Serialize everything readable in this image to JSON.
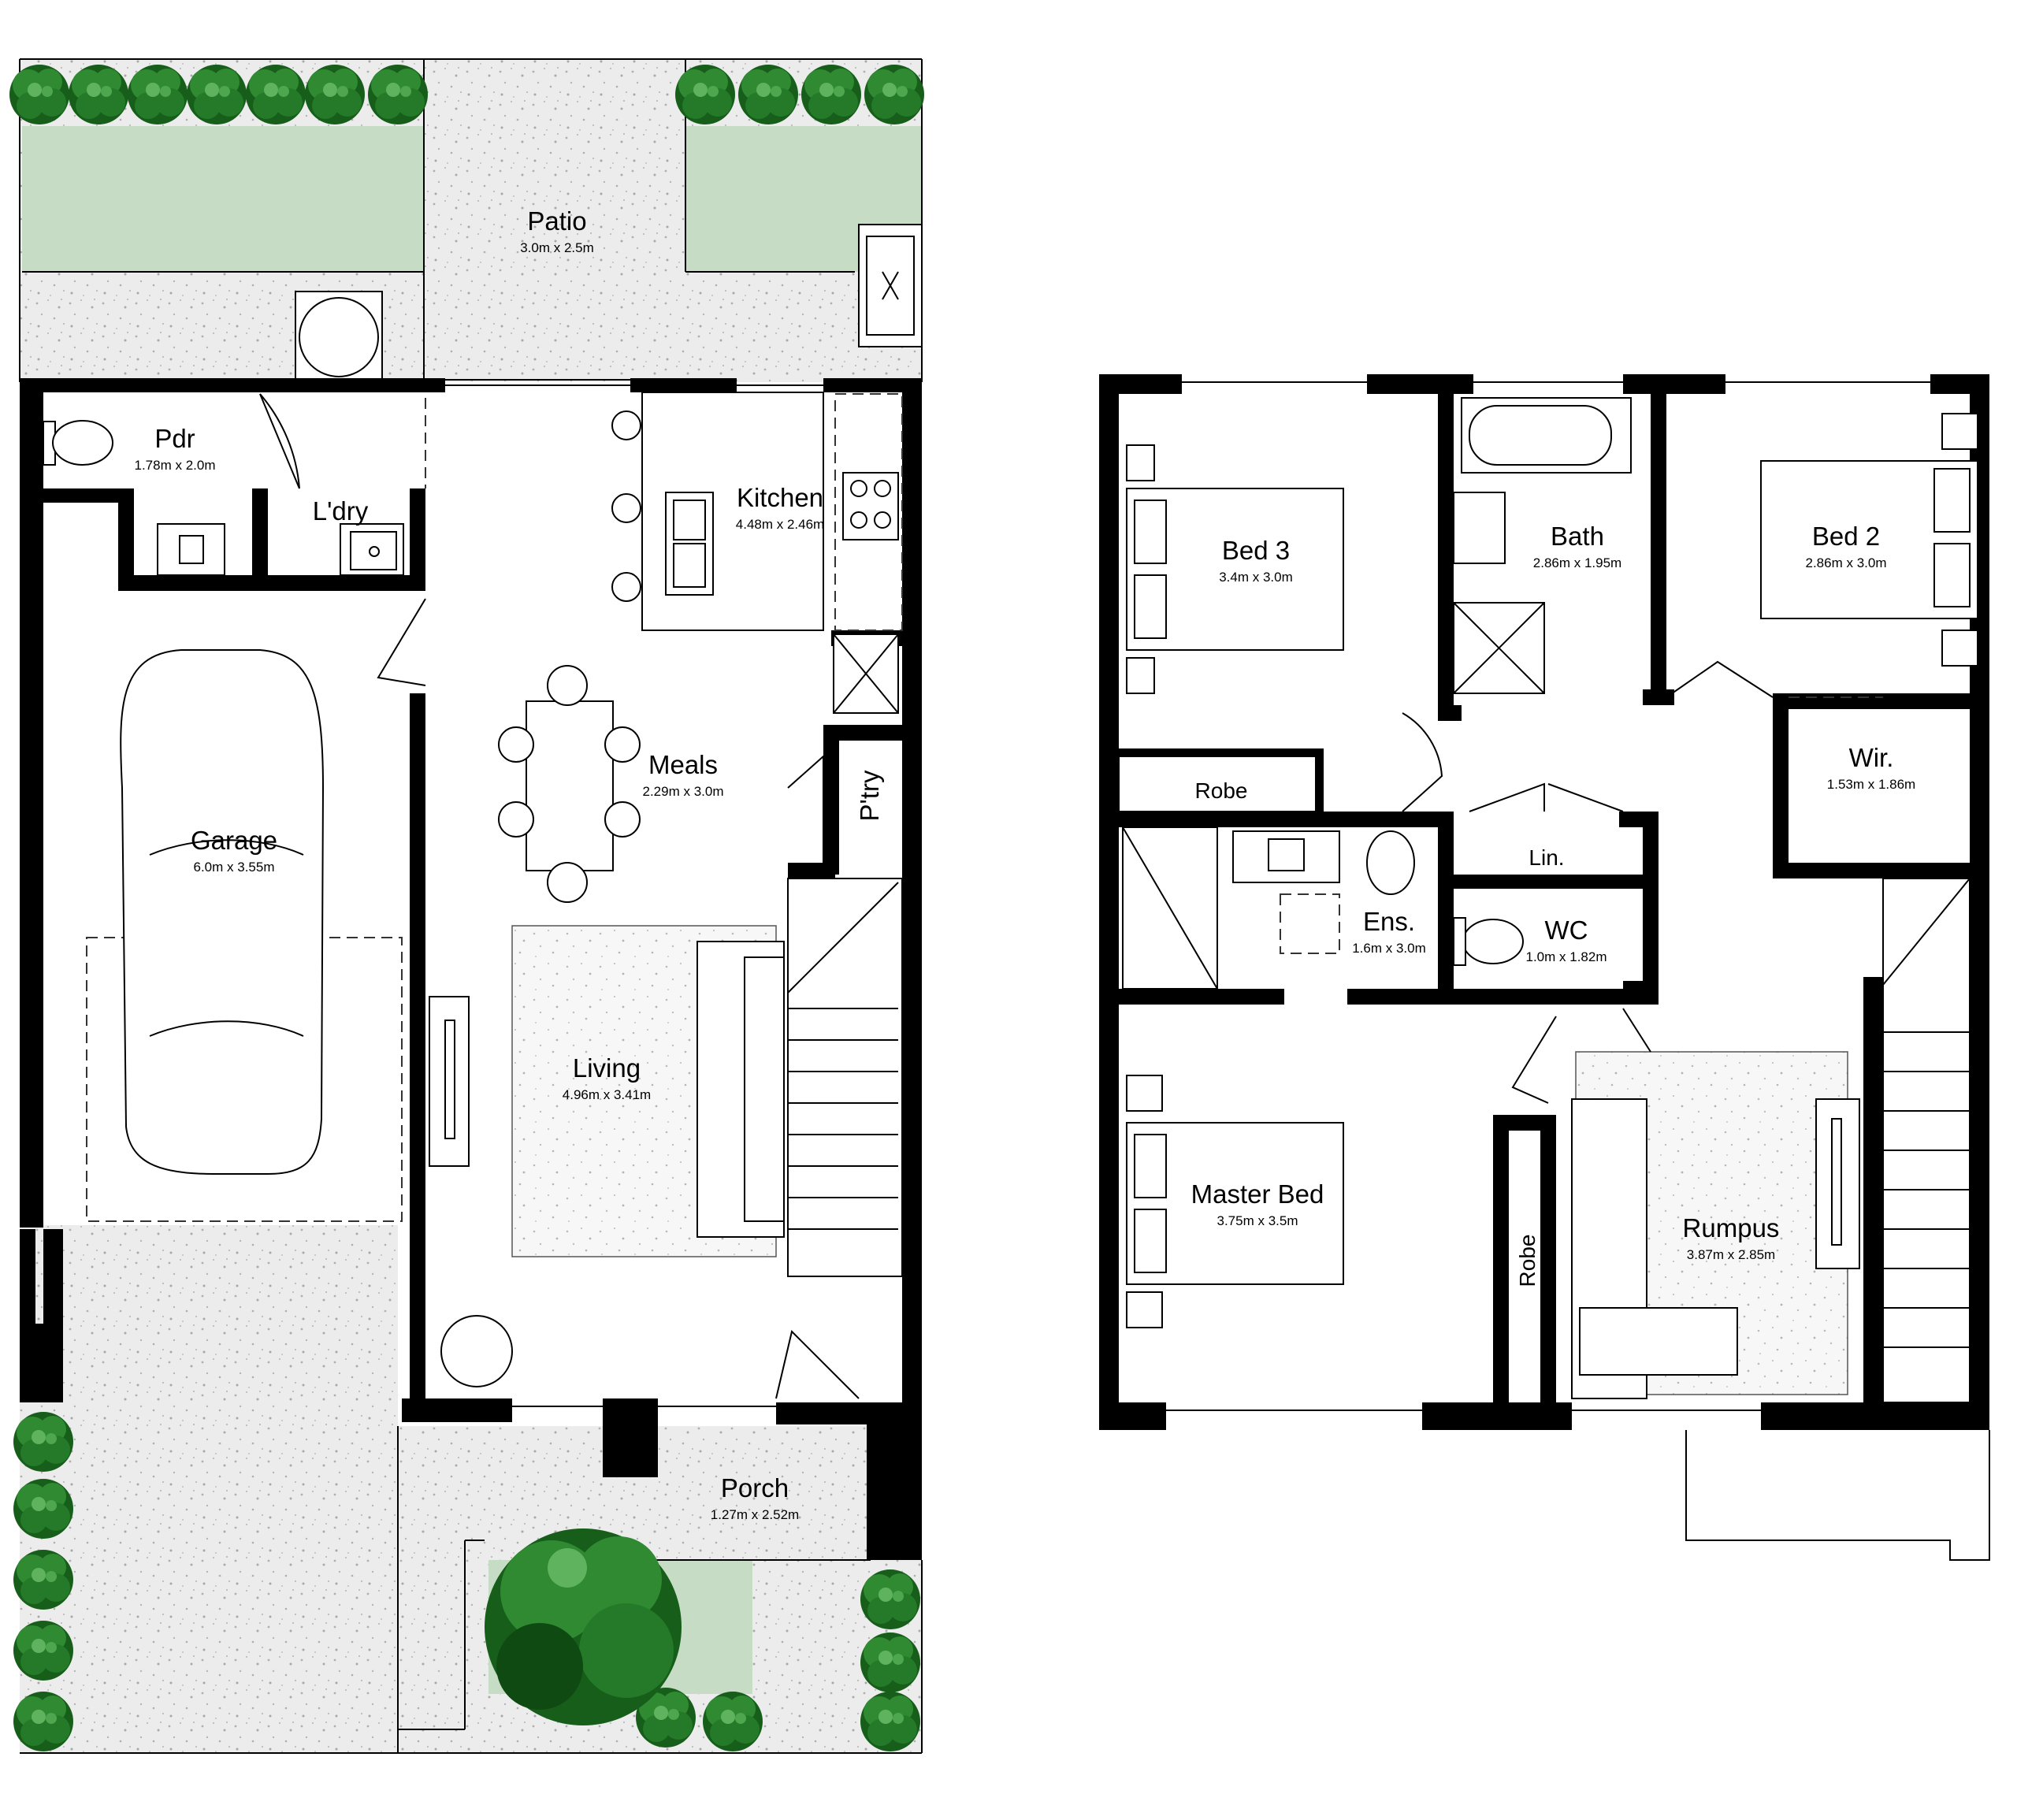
{
  "colors": {
    "wall": "#000000",
    "lawn": "#c7dcc5",
    "paving": "#ececec",
    "speckle": "#b8b8b8",
    "shrub_dark": "#165e1a",
    "shrub_mid": "#2f8a32",
    "shrub_light": "#5fb35f"
  },
  "ground_floor": {
    "rooms": [
      {
        "id": "patio",
        "name": "Patio",
        "dims": "3.0m x 2.5m"
      },
      {
        "id": "pdr",
        "name": "Pdr",
        "dims": "1.78m x 2.0m"
      },
      {
        "id": "laundry",
        "name": "L'dry",
        "dims": ""
      },
      {
        "id": "kitchen",
        "name": "Kitchen",
        "dims": "4.48m x 2.46m"
      },
      {
        "id": "meals",
        "name": "Meals",
        "dims": "2.29m x 3.0m"
      },
      {
        "id": "pantry",
        "name": "P'try",
        "dims": ""
      },
      {
        "id": "garage",
        "name": "Garage",
        "dims": "6.0m x 3.55m"
      },
      {
        "id": "living",
        "name": "Living",
        "dims": "4.96m x 3.41m"
      },
      {
        "id": "porch",
        "name": "Porch",
        "dims": "1.27m x 2.52m"
      }
    ]
  },
  "first_floor": {
    "rooms": [
      {
        "id": "bed3",
        "name": "Bed 3",
        "dims": "3.4m x 3.0m"
      },
      {
        "id": "bath",
        "name": "Bath",
        "dims": "2.86m x 1.95m"
      },
      {
        "id": "bed2",
        "name": "Bed 2",
        "dims": "2.86m x 3.0m"
      },
      {
        "id": "robe-bed3",
        "name": "Robe",
        "dims": ""
      },
      {
        "id": "wir",
        "name": "Wir.",
        "dims": "1.53m x 1.86m"
      },
      {
        "id": "linen",
        "name": "Lin.",
        "dims": ""
      },
      {
        "id": "ensuite",
        "name": "Ens.",
        "dims": "1.6m x 3.0m"
      },
      {
        "id": "wc",
        "name": "WC",
        "dims": "1.0m x 1.82m"
      },
      {
        "id": "master",
        "name": "Master Bed",
        "dims": "3.75m x 3.5m"
      },
      {
        "id": "robe-master",
        "name": "Robe",
        "dims": ""
      },
      {
        "id": "rumpus",
        "name": "Rumpus",
        "dims": "3.87m x 2.85m"
      }
    ]
  }
}
